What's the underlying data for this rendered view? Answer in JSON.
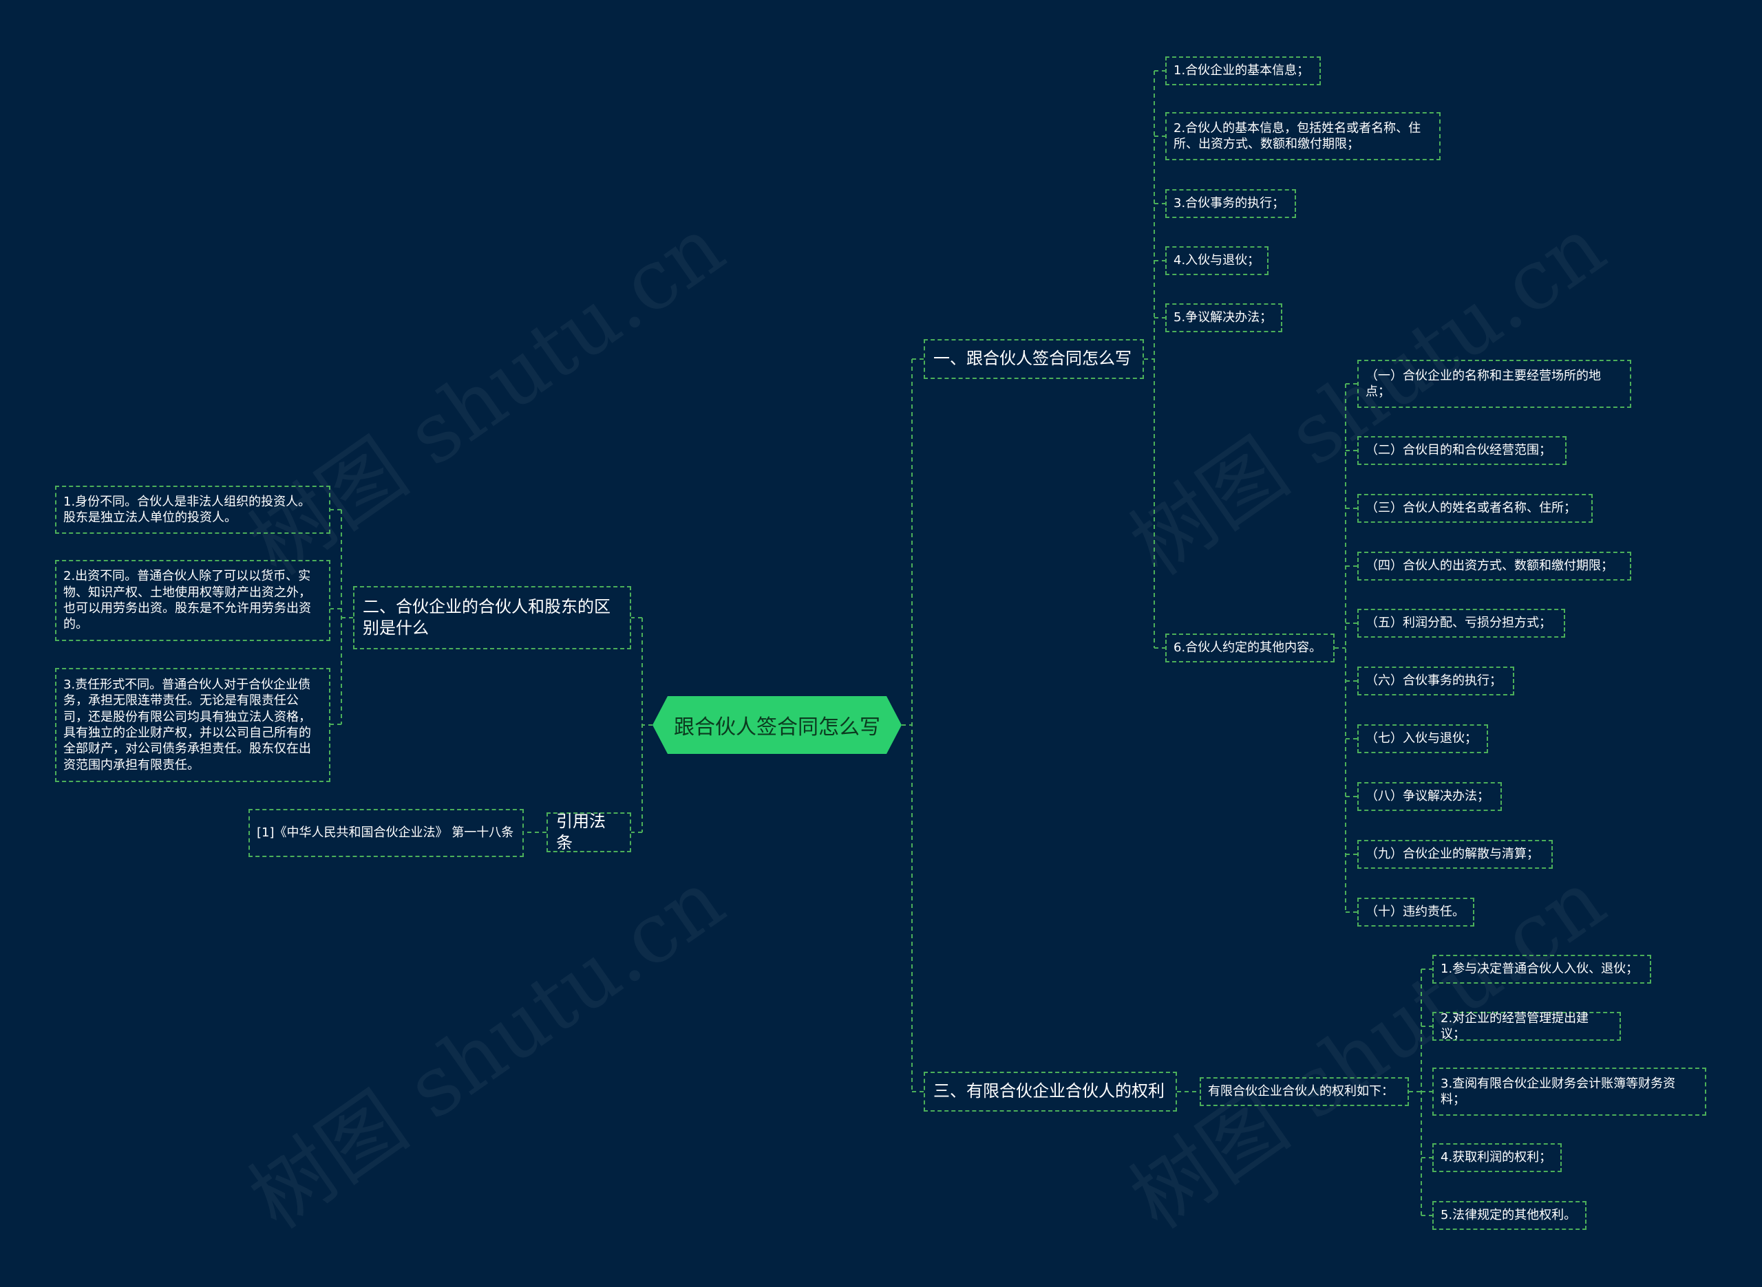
{
  "watermark": "树图 shutu.cn",
  "root": "跟合伙人签合同怎么写",
  "branch1": {
    "title": "一、跟合伙人签合同怎么写",
    "items": [
      "1.合伙企业的基本信息；",
      "2.合伙人的基本信息，包括姓名或者名称、住所、出资方式、数额和缴付期限；",
      "3.合伙事务的执行；",
      "4.入伙与退伙；",
      "5.争议解决办法；",
      "6.合伙人约定的其他内容。"
    ],
    "subitems": [
      "（一）合伙企业的名称和主要经营场所的地点；",
      "（二）合伙目的和合伙经营范围；",
      "（三）合伙人的姓名或者名称、住所；",
      "（四）合伙人的出资方式、数额和缴付期限；",
      "（五）利润分配、亏损分担方式；",
      "（六）合伙事务的执行；",
      "（七）入伙与退伙；",
      "（八）争议解决办法；",
      "（九）合伙企业的解散与清算；",
      "（十）违约责任。"
    ]
  },
  "branch2": {
    "title": "二、合伙企业的合伙人和股东的区别是什么",
    "items": [
      "1.身份不同。合伙人是非法人组织的投资人。股东是独立法人单位的投资人。",
      "2.出资不同。普通合伙人除了可以以货币、实物、知识产权、土地使用权等财产出资之外，也可以用劳务出资。股东是不允许用劳务出资的。",
      "3.责任形式不同。普通合伙人对于合伙企业债务，承担无限连带责任。无论是有限责任公司，还是股份有限公司均具有独立法人资格，具有独立的企业财产权，并以公司自己所有的全部财产，对公司债务承担责任。股东仅在出资范围内承担有限责任。"
    ]
  },
  "branch3": {
    "title": "三、有限合伙企业合伙人的权利",
    "mid": "有限合伙企业合伙人的权利如下：",
    "items": [
      "1.参与决定普通合伙人入伙、退伙；",
      "2.对企业的经营管理提出建议；",
      "3.查阅有限合伙企业财务会计账簿等财务资料；",
      "4.获取利润的权利；",
      "5.法律规定的其他权利。"
    ]
  },
  "branch4": {
    "title": "引用法条",
    "items": [
      "[1]《中华人民共和国合伙企业法》 第一十八条"
    ]
  }
}
